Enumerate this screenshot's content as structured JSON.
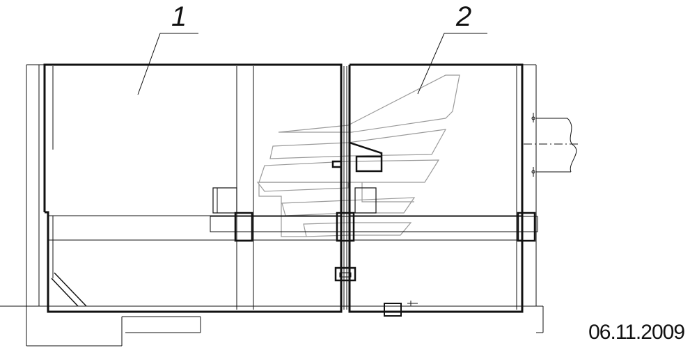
{
  "callouts": {
    "one": "1",
    "two": "2"
  },
  "date_stamp": "06.11.2009",
  "colors": {
    "line": "#111111",
    "watermark": "#9a9a9a",
    "background": "#ffffff"
  }
}
